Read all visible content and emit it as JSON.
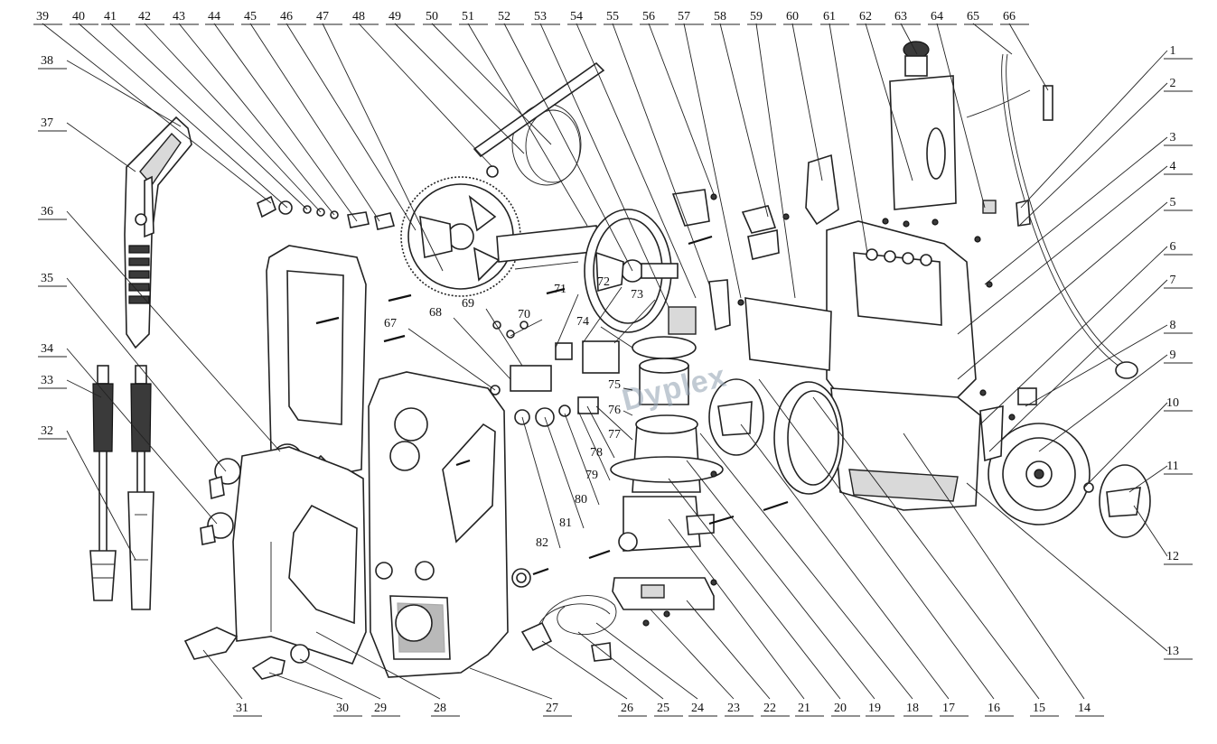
{
  "watermark": "Dyplex",
  "callouts": {
    "top": [
      "39",
      "40",
      "41",
      "42",
      "43",
      "44",
      "45",
      "46",
      "47",
      "48",
      "49",
      "50",
      "51",
      "52",
      "53",
      "54",
      "55",
      "56",
      "57",
      "58",
      "59",
      "60",
      "61",
      "62",
      "63",
      "64",
      "65",
      "66"
    ],
    "right": [
      "1",
      "2",
      "3",
      "4",
      "5",
      "6",
      "7",
      "8",
      "9",
      "10",
      "11",
      "12",
      "13"
    ],
    "bottom": [
      "31",
      "30",
      "29",
      "28",
      "27",
      "26",
      "25",
      "24",
      "23",
      "22",
      "21",
      "20",
      "19",
      "18",
      "17",
      "16",
      "15",
      "14"
    ],
    "left": [
      "38",
      "37",
      "36",
      "35",
      "34",
      "33",
      "32"
    ],
    "inner": [
      "67",
      "68",
      "69",
      "70",
      "71",
      "72",
      "73",
      "74",
      "75",
      "76",
      "77",
      "78",
      "79",
      "80",
      "81",
      "82"
    ]
  }
}
